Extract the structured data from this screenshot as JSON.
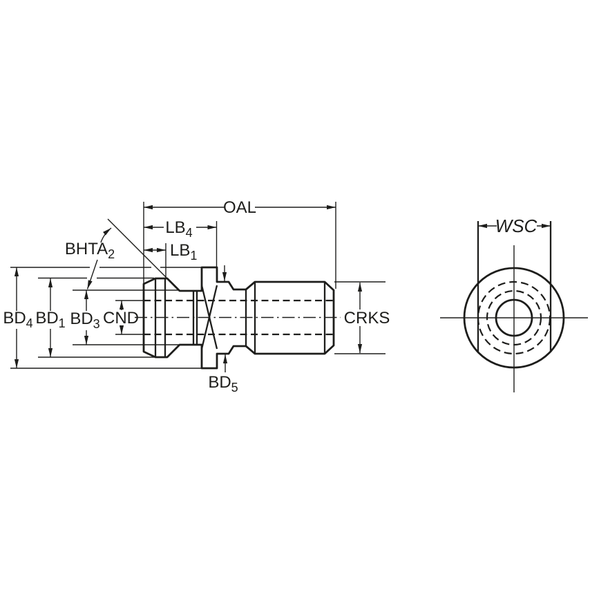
{
  "diagram": {
    "type": "technical-dimension-drawing",
    "subject": "pull-stud-side-and-end-view",
    "colors": {
      "part_fill": "#b9cdda",
      "line": "#1d1d1b",
      "background": "#ffffff"
    },
    "labels": {
      "oal": "OAL",
      "lb4": {
        "main": "LB",
        "sub": "4"
      },
      "lb1": {
        "main": "LB",
        "sub": "1"
      },
      "bhta2": {
        "main": "BHTA",
        "sub": "2"
      },
      "bd4": {
        "main": "BD",
        "sub": "4"
      },
      "bd1": {
        "main": "BD",
        "sub": "1"
      },
      "bd3": {
        "main": "BD",
        "sub": "3"
      },
      "cnd": "CND",
      "bd5": {
        "main": "BD",
        "sub": "5"
      },
      "crks": "CRKS",
      "wsc": "WSC"
    }
  }
}
